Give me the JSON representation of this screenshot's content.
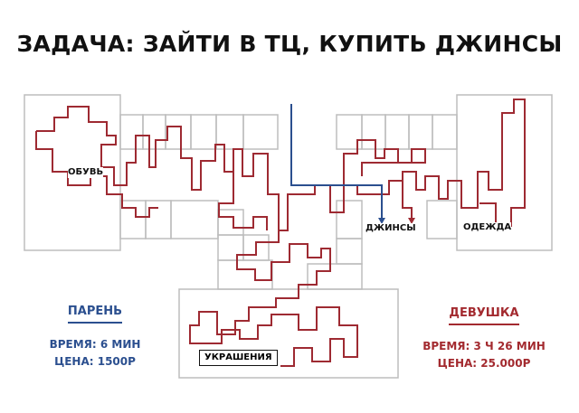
{
  "title": "ЗАДАЧА: ЗАЙТИ В ТЦ, КУПИТЬ ДЖИНСЫ",
  "stores": {
    "shoes": "ОБУВЬ",
    "clothing": "ОДЕЖДА",
    "jeans": "ДЖИНСЫ",
    "jewelry": "УКРАШЕНИЯ"
  },
  "guy": {
    "heading": "ПАРЕНЬ",
    "time": "ВРЕМЯ: 6 МИН",
    "price": "ЦЕНА: 1500Р",
    "color": "#2b4f8f"
  },
  "girl": {
    "heading": "ДЕВУШКА",
    "time": "ВРЕМЯ: 3 Ч 26 МИН",
    "price": "ЦЕНА: 25.000Р",
    "color": "#a32a2f"
  }
}
